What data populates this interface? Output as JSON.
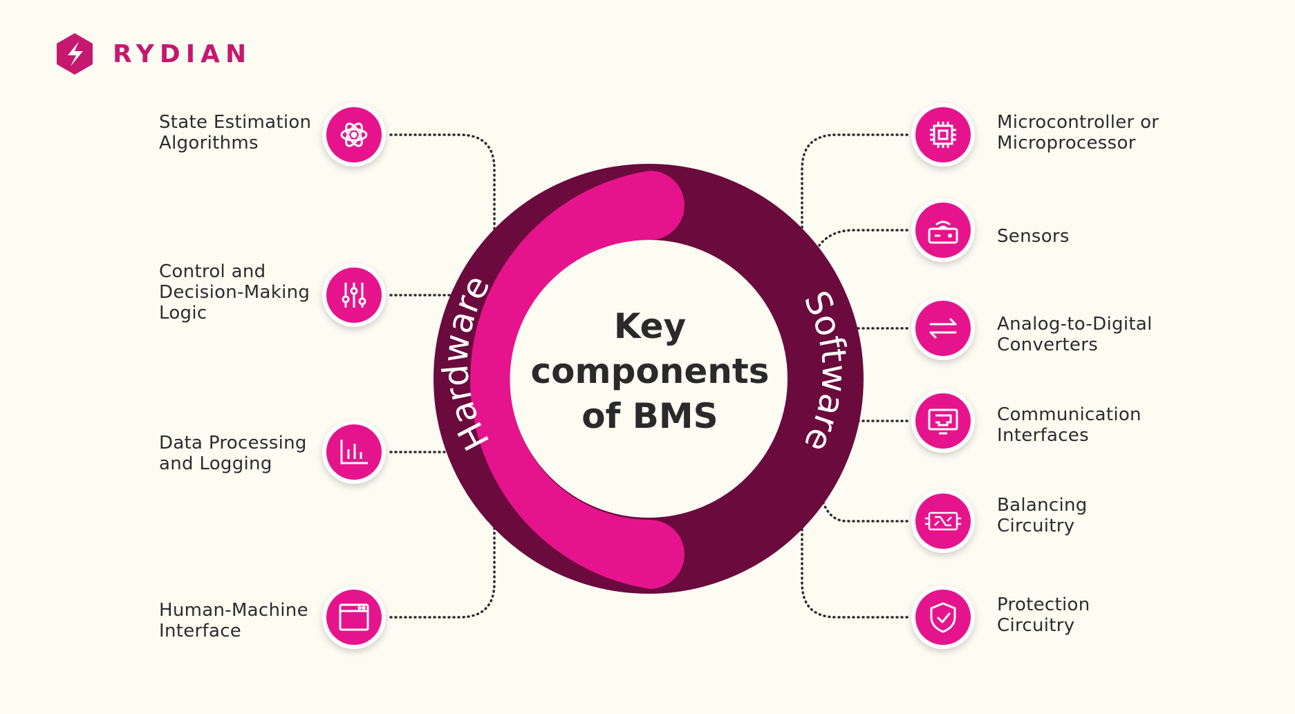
{
  "brand": {
    "name": "RYDIAN",
    "logo_color": "#c4196e"
  },
  "center": {
    "lines": [
      "Key",
      "components",
      "of BMS"
    ]
  },
  "ring": {
    "hardware": {
      "label": "Hardware",
      "color": "#e6148c"
    },
    "software": {
      "label": "Software",
      "color": "#6b0a3d"
    }
  },
  "left_items": [
    {
      "lines": [
        "State Estimation",
        "Algorithms"
      ],
      "icon": "atom-icon"
    },
    {
      "lines": [
        "Control and",
        "Decision-Making",
        "Logic"
      ],
      "icon": "sliders-icon"
    },
    {
      "lines": [
        "Data Processing",
        "and Logging"
      ],
      "icon": "bar-chart-icon"
    },
    {
      "lines": [
        "Human-Machine",
        "Interface"
      ],
      "icon": "window-icon"
    }
  ],
  "right_items": [
    {
      "lines": [
        "Microcontroller or",
        "Microprocessor"
      ],
      "icon": "chip-icon"
    },
    {
      "lines": [
        "Sensors"
      ],
      "icon": "sensor-icon"
    },
    {
      "lines": [
        "Analog-to-Digital",
        "Converters"
      ],
      "icon": "swap-arrows-icon"
    },
    {
      "lines": [
        "Communication",
        "Interfaces"
      ],
      "icon": "network-port-icon"
    },
    {
      "lines": [
        "Balancing",
        "Circuitry"
      ],
      "icon": "circuit-board-icon"
    },
    {
      "lines": [
        "Protection",
        "Circuitry"
      ],
      "icon": "shield-check-icon"
    }
  ]
}
